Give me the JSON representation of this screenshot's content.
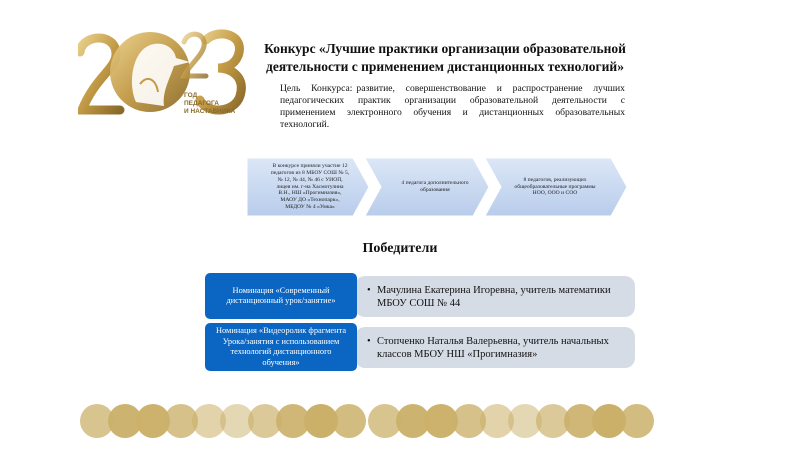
{
  "logo": {
    "year": "2023",
    "caption_line1": "ГОД",
    "caption_line2": "ПЕДАГОГА",
    "caption_line3": "И НАСТАВНИКА",
    "gold": "#c9a24e"
  },
  "title": "Конкурс «Лучшие практики организации образовательной деятельности с применением дистанционных технологий»",
  "goal": {
    "label": "Цель Конкурса:",
    "text": "развитие, совершенствование и распространение лучших педагогических практик организации образовательной деятельности с применением электронного обучения и дистанционных образовательных технологий."
  },
  "participants": [
    {
      "text": "В конкурсе приняли участие 12 педагогов из 8 МБОУ СОШ № 5, № 12, № 44, № 46 с УИОП, лицея им. г-на Хасмотулина В.Н., НШ «Прогимназия», МАОУ ДО «Технопарк», МБДОУ № 4 «Умка»"
    },
    {
      "text": "4 педагога дополнительного образования"
    },
    {
      "text": "8 педагогов, реализующих общеобразовательные программы НОО, ООО и СОО"
    }
  ],
  "winners_title": "Победители",
  "nominations": [
    {
      "label": "Номинация «Современный дистанционный урок/занятие»",
      "winner": "Мачулина Екатерина Игоревна, учитель математики МБОУ СОШ № 44"
    },
    {
      "label": "Номинация «Видеоролик фрагмента Урока/занятия с использованием технологий дистанционного обучения»",
      "winner": "Стопченко Наталья Валерьевна, учитель начальных классов МБОУ НШ «Прогимназия»"
    }
  ],
  "colors": {
    "nomination_blue": "#0b66c3",
    "result_grey": "#d6dce6",
    "chevron_fill": "#c9d9f1",
    "gold_dots": "#cbb06a"
  }
}
